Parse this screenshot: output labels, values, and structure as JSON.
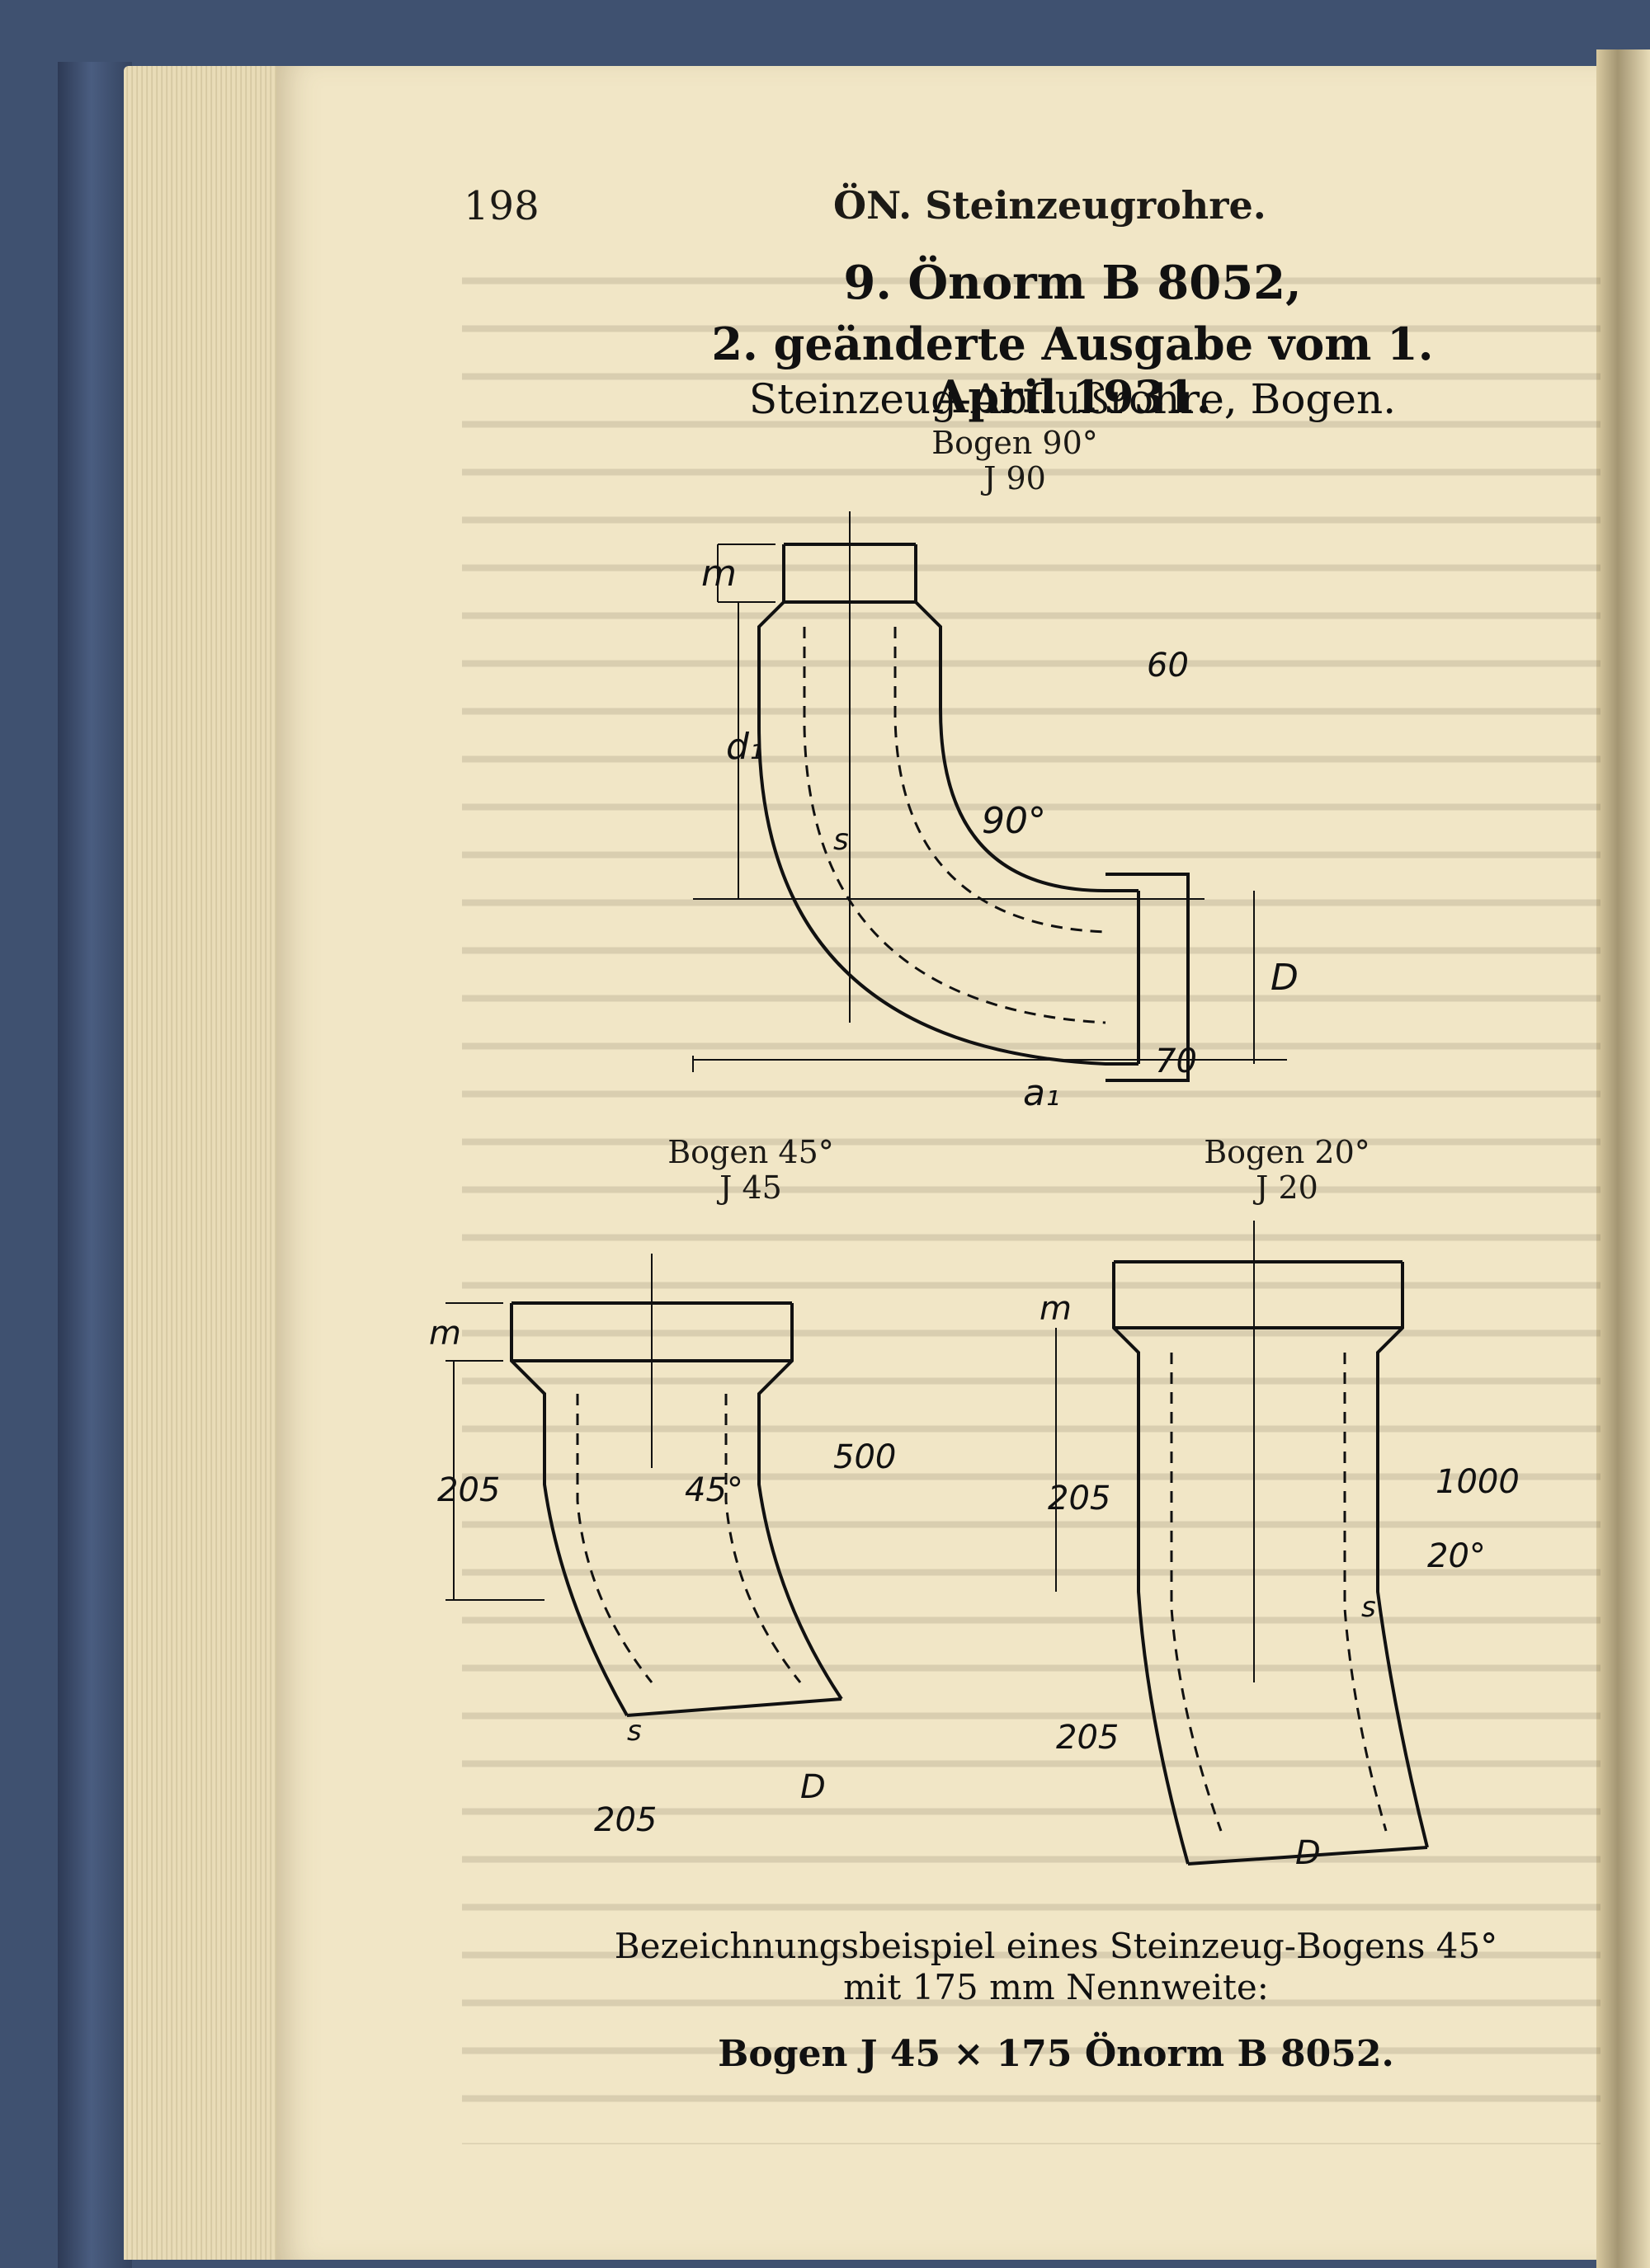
{
  "header": {
    "page_number": "198",
    "running_title": "ÖN. Steinzeugrohre."
  },
  "titles": {
    "line1": "9. Önorm B 8052,",
    "line2": "2. geänderte Ausgabe vom 1. April 1931.",
    "line3": "Steinzeug-Abflußrohre, Bogen."
  },
  "figures": {
    "bogen90": {
      "name": "Bogen 90°",
      "code": "J 90",
      "dims": {
        "m": "m",
        "d1": "d₁",
        "s": "s",
        "angle": "90°",
        "D": "D",
        "a1": "a₁",
        "l70": "70",
        "l60": "60"
      }
    },
    "bogen45": {
      "name": "Bogen 45°",
      "code": "J 45",
      "dims": {
        "m": "m",
        "l205a": "205",
        "l500": "500",
        "angle": "45°",
        "s": "s",
        "l205b": "205",
        "D": "D"
      }
    },
    "bogen20": {
      "name": "Bogen 20°",
      "code": "J 20",
      "dims": {
        "m": "m",
        "l205a": "205",
        "l1000": "1000",
        "angle": "20°",
        "s": "s",
        "l205b": "205",
        "D": "D"
      }
    }
  },
  "caption": {
    "line1": "Bezeichnungsbeispiel eines Steinzeug-Bogens 45°",
    "line2": "mit 175 mm Nennweite:",
    "line3": "Bogen J 45 × 175 Önorm B 8052."
  }
}
